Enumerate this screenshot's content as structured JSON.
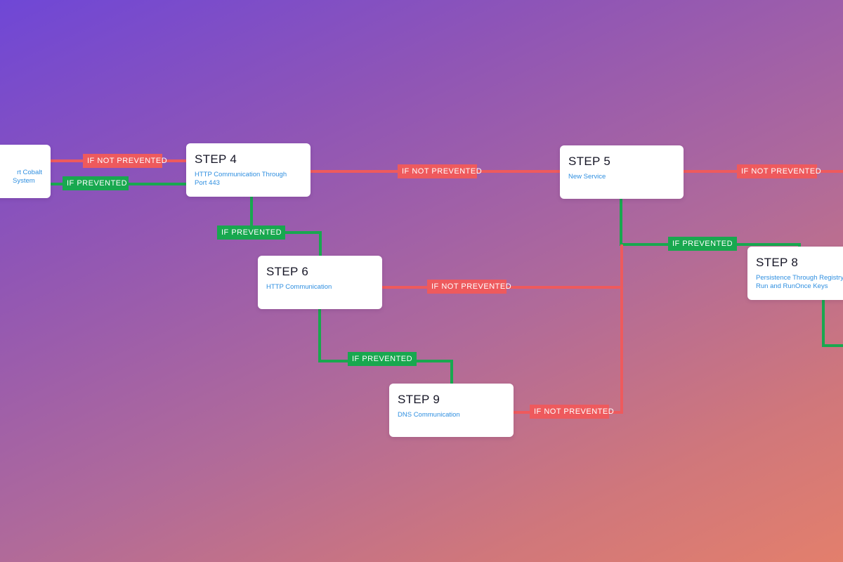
{
  "colors": {
    "not_prevented": "#ee5a5d",
    "prevented": "#18a84f",
    "node_title": "#161626",
    "node_desc": "#2f8fe0"
  },
  "labels": {
    "not_prevented": "IF NOT PREVENTED",
    "prevented": "IF PREVENTED"
  },
  "nodes": {
    "step_prev": {
      "title": "",
      "desc_line1": "rt Cobalt",
      "desc_line2": "System"
    },
    "step4": {
      "title": "STEP 4",
      "desc_line1": "HTTP Communication Through",
      "desc_line2": "Port 443"
    },
    "step5": {
      "title": "STEP 5",
      "desc_line1": "New Service",
      "desc_line2": ""
    },
    "step6": {
      "title": "STEP 6",
      "desc_line1": "HTTP Communication",
      "desc_line2": ""
    },
    "step8": {
      "title": "STEP 8",
      "desc_line1": "Persistence Through Registry",
      "desc_line2": "Run and RunOnce Keys"
    },
    "step9": {
      "title": "STEP 9",
      "desc_line1": "DNS Communication",
      "desc_line2": ""
    }
  }
}
